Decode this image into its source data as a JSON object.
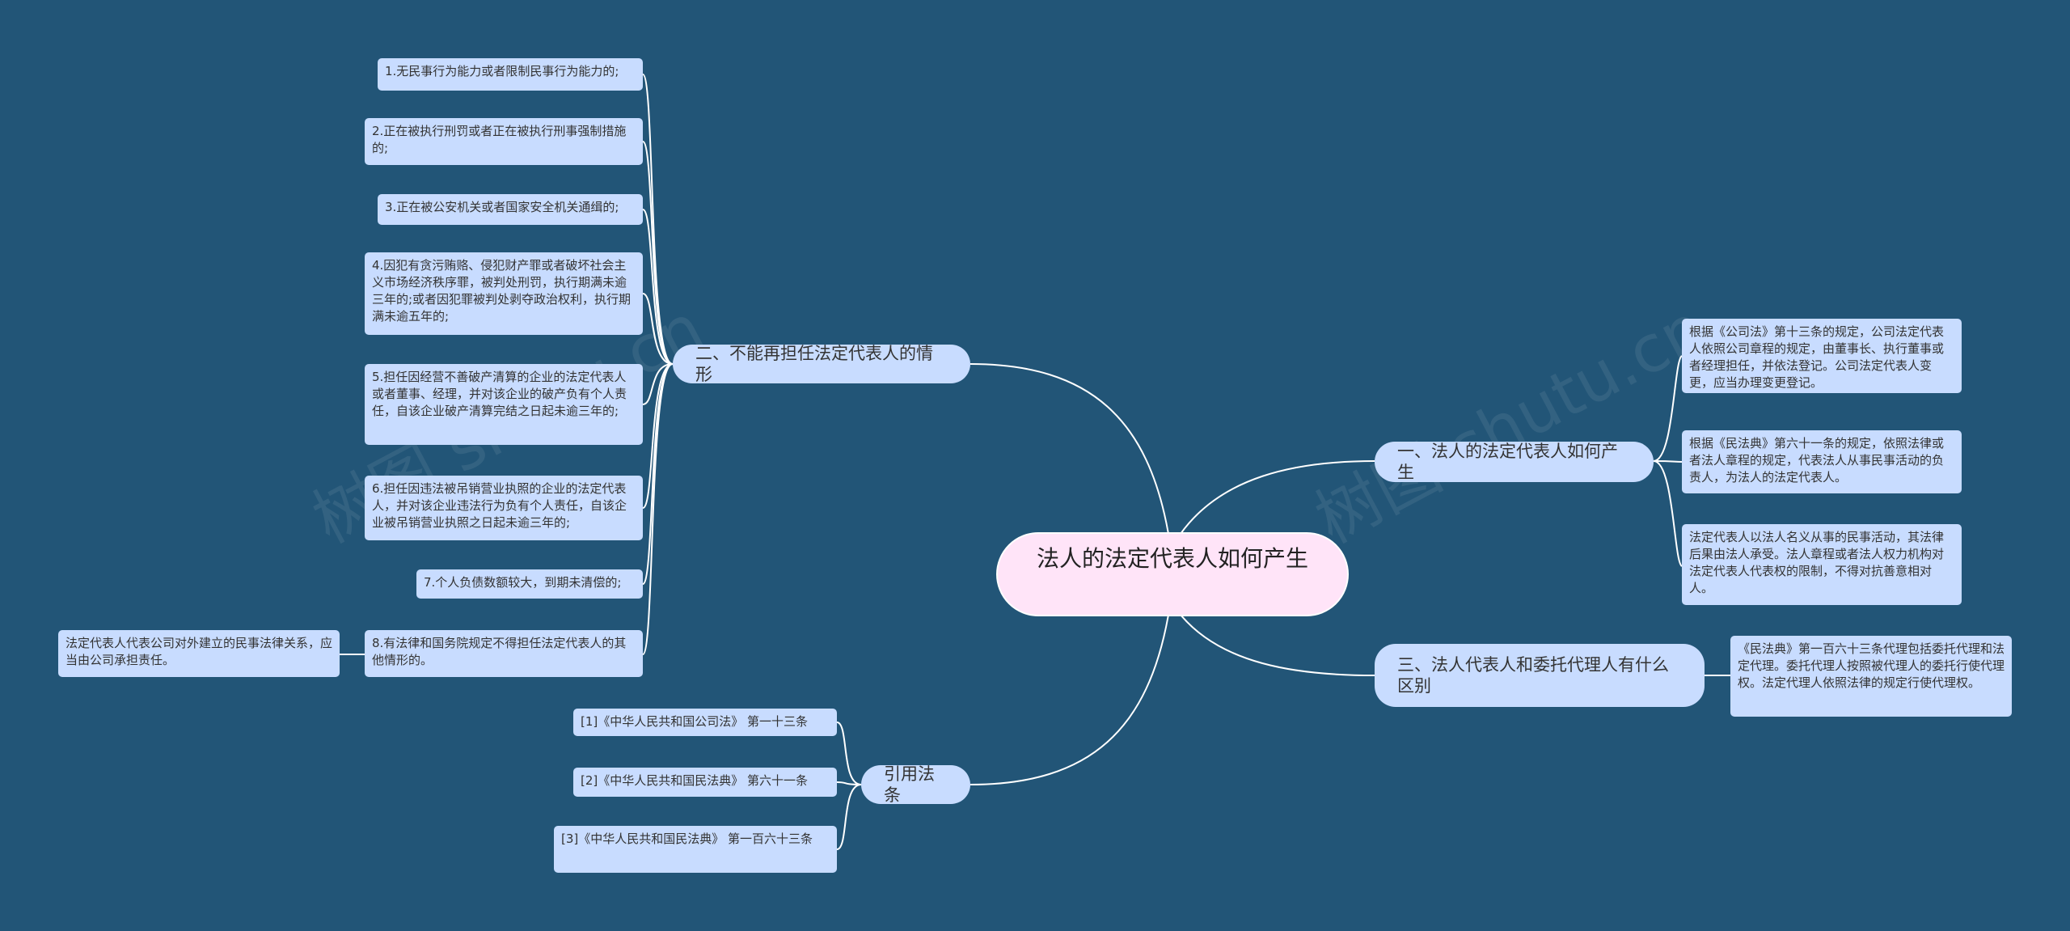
{
  "root": {
    "label": "法人的法定代表人如何产生"
  },
  "branches": {
    "b1": {
      "label": "一、法人的法定代表人如何产生",
      "leaves": [
        "根据《公司法》第十三条的规定，公司法定代表人依照公司章程的规定，由董事长、执行董事或者经理担任，并依法登记。公司法定代表人变更，应当办理变更登记。",
        "根据《民法典》第六十一条的规定，依照法律或者法人章程的规定，代表法人从事民事活动的负责人，为法人的法定代表人。",
        "法定代表人以法人名义从事的民事活动，其法律后果由法人承受。法人章程或者法人权力机构对法定代表人代表权的限制，不得对抗善意相对人。"
      ]
    },
    "b2": {
      "label": "二、不能再担任法定代表人的情形",
      "leaves": [
        "1.无民事行为能力或者限制民事行为能力的;",
        "2.正在被执行刑罚或者正在被执行刑事强制措施的;",
        "3.正在被公安机关或者国家安全机关通缉的;",
        "4.因犯有贪污贿赂、侵犯财产罪或者破坏社会主义市场经济秩序罪，被判处刑罚，执行期满未逾三年的;或者因犯罪被判处剥夺政治权利，执行期满未逾五年的;",
        "5.担任因经营不善破产清算的企业的法定代表人或者董事、经理，并对该企业的破产负有个人责任，自该企业破产清算完结之日起未逾三年的;",
        "6.担任因违法被吊销营业执照的企业的法定代表人，并对该企业违法行为负有个人责任，自该企业被吊销营业执照之日起未逾三年的;",
        "7.个人负债数额较大，到期未清偿的;",
        "8.有法律和国务院规定不得担任法定代表人的其他情形的。"
      ],
      "subleaf": "法定代表人代表公司对外建立的民事法律关系，应当由公司承担责任。"
    },
    "b3": {
      "label": "三、法人代表人和委托代理人有什么区别",
      "leaves": [
        "《民法典》第一百六十三条代理包括委托代理和法定代理。委托代理人按照被代理人的委托行使代理权。法定代理人依照法律的规定行使代理权。"
      ]
    },
    "b4": {
      "label": "引用法条",
      "leaves": [
        "[1]《中华人民共和国公司法》 第一十三条",
        "[2]《中华人民共和国民法典》 第六十一条",
        "[3]《中华人民共和国民法典》 第一百六十三条"
      ]
    }
  },
  "watermark": [
    "树图 shutu.cn",
    "树图 shutu.cn"
  ],
  "colors": {
    "background": "#225577",
    "node": "#c8dcff",
    "root": "#ffe4f8",
    "line": "#ffffff"
  }
}
